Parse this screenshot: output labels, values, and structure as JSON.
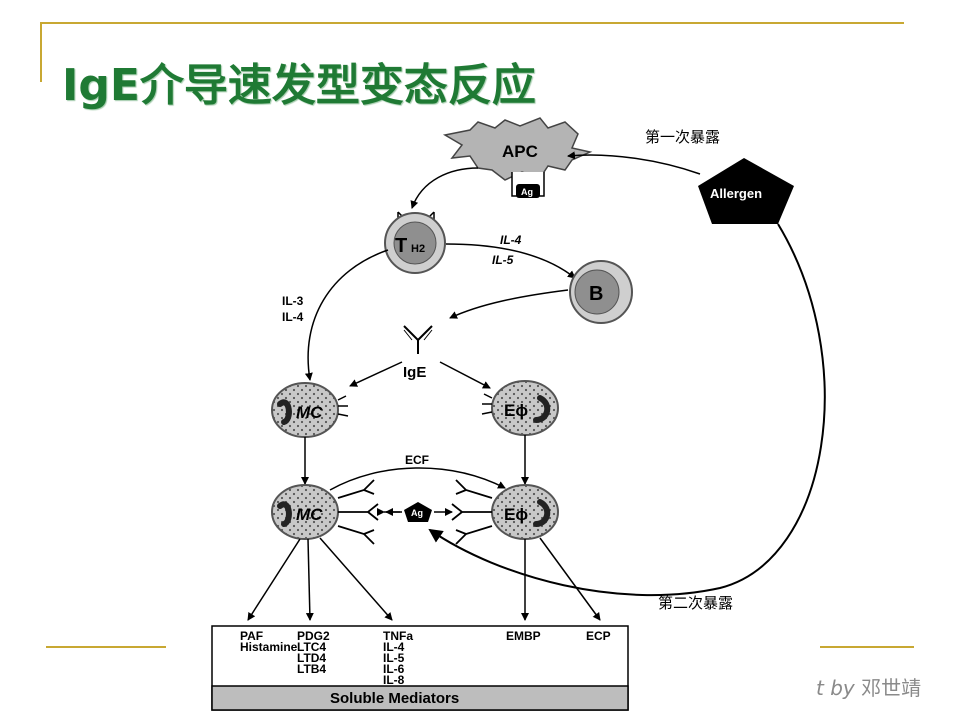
{
  "slide": {
    "title": "IgE介导速发型变态反应",
    "note_first_exposure": "第一次暴露",
    "note_second_exposure": "第二次暴露",
    "credit_prefix": "t by",
    "credit_name": "邓世靖"
  },
  "colors": {
    "title": "#1f7a34",
    "frame_line": "#c8a832",
    "cell_fill": "#c8c8c8",
    "bar_fill": "#bdbdbd"
  },
  "diagram": {
    "apc_label": "APC",
    "ag_label": "Ag",
    "allergen_label": "Allergen",
    "th2_label": "T",
    "th2_sub": "H2",
    "b_label": "B",
    "il4_label": "IL-4",
    "il5_label": "IL-5",
    "il3_label": "IL-3",
    "il4b_label": "IL-4",
    "ige_label": "IgE",
    "mc_label": "MC",
    "eo_label": "Eϕ",
    "ecf_label": "ECF",
    "mediators": {
      "col1": [
        "PAF",
        "Histamine"
      ],
      "col2": [
        "PDG2",
        "LTC4",
        "LTD4",
        "LTB4"
      ],
      "col3": [
        "TNFa",
        "IL-4",
        "IL-5",
        "IL-6",
        "IL-8"
      ],
      "col4": [
        "EMBP"
      ],
      "col5": [
        "ECP"
      ],
      "footer": "Soluble Mediators"
    }
  }
}
